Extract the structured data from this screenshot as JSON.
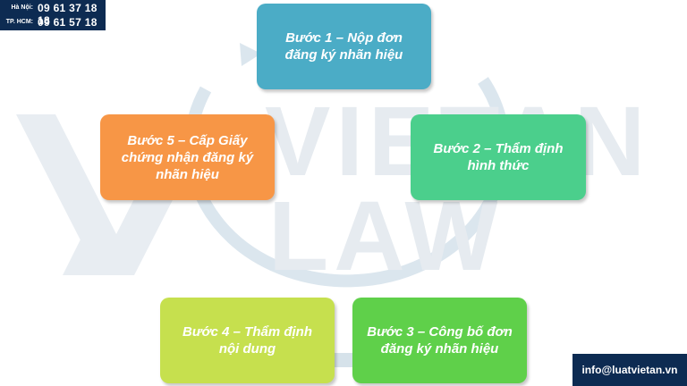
{
  "phones": [
    {
      "label": "Hà Nội:",
      "number": "09 61 37 18 18"
    },
    {
      "label": "TP. HCM:",
      "number": "09 61 57 18 18"
    }
  ],
  "email": "info@luatvietan.vn",
  "watermark": {
    "line1": "VIETAN",
    "line2": "LAW"
  },
  "steps": [
    {
      "text": "Bước 1 – Nộp đơn đăng ký nhãn hiệu",
      "color": "#4bacc6"
    },
    {
      "text": "Bước 2 – Thẩm định hình thức",
      "color": "#4bcf8c"
    },
    {
      "text": "Bước 3 – Công bố đơn đăng ký nhãn hiệu",
      "color": "#5fd04a"
    },
    {
      "text": "Bước 4 – Thẩm định nội dung",
      "color": "#c6e04e"
    },
    {
      "text": "Bước 5 – Cấp Giấy chứng nhận đăng ký nhãn hiệu",
      "color": "#f79646"
    }
  ]
}
